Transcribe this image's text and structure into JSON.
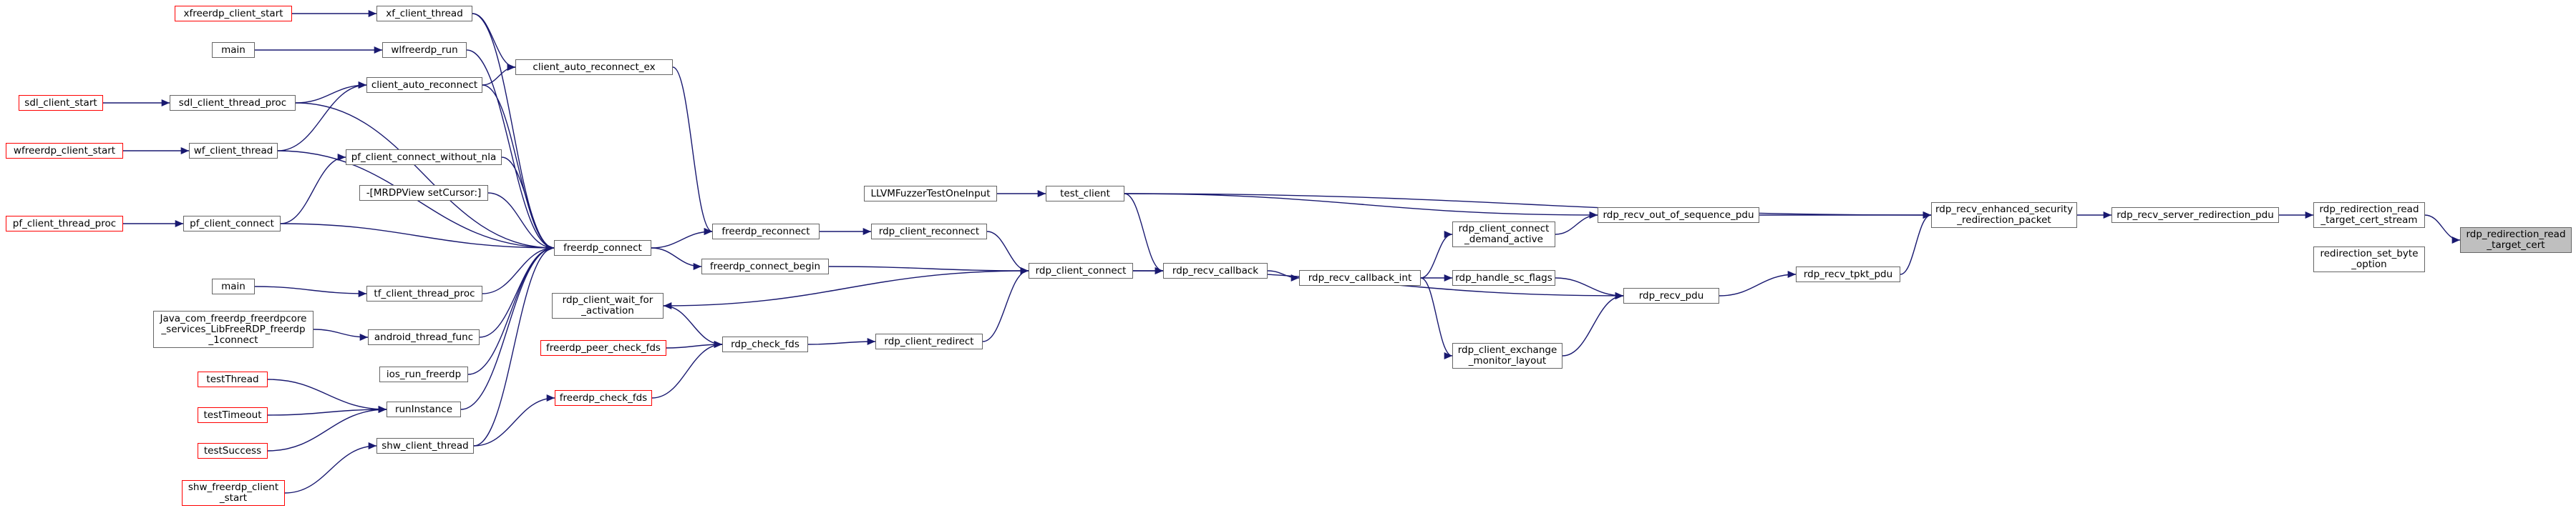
{
  "graph": {
    "edge_color": "#191970",
    "truncated_border_color": "#ff0000",
    "focus_fill": "#bfbfbf",
    "nodes": [
      {
        "id": "n_focus",
        "label": "rdp_redirection_read\n_target_cert",
        "role": "focus"
      },
      {
        "id": "n_stream",
        "label": "rdp_redirection_read\n_target_cert_stream",
        "role": "normal"
      },
      {
        "id": "n_setbyte",
        "label": "redirection_set_byte\n_option",
        "role": "normal"
      },
      {
        "id": "n_srvredir",
        "label": "rdp_recv_server_redirection_pdu",
        "role": "normal"
      },
      {
        "id": "n_enhsec",
        "label": "rdp_recv_enhanced_security\n_redirection_packet",
        "role": "normal"
      },
      {
        "id": "n_tpkt",
        "label": "rdp_recv_tpkt_pdu",
        "role": "normal"
      },
      {
        "id": "n_oos",
        "label": "rdp_recv_out_of_sequence_pdu",
        "role": "normal"
      },
      {
        "id": "n_recvpdu",
        "label": "rdp_recv_pdu",
        "role": "normal"
      },
      {
        "id": "n_demand",
        "label": "rdp_client_connect\n_demand_active",
        "role": "normal"
      },
      {
        "id": "n_scflags",
        "label": "rdp_handle_sc_flags",
        "role": "normal"
      },
      {
        "id": "n_monitor",
        "label": "rdp_client_exchange\n_monitor_layout",
        "role": "normal"
      },
      {
        "id": "n_cbint",
        "label": "rdp_recv_callback_int",
        "role": "normal"
      },
      {
        "id": "n_recvcb",
        "label": "rdp_recv_callback",
        "role": "normal"
      },
      {
        "id": "n_testclient",
        "label": "test_client",
        "role": "normal"
      },
      {
        "id": "n_llvm",
        "label": "LLVMFuzzerTestOneInput",
        "role": "normal"
      },
      {
        "id": "n_clientconnect",
        "label": "rdp_client_connect",
        "role": "normal"
      },
      {
        "id": "n_clientreconnect",
        "label": "rdp_client_reconnect",
        "role": "normal"
      },
      {
        "id": "n_clientredirect",
        "label": "rdp_client_redirect",
        "role": "normal"
      },
      {
        "id": "n_checkfds",
        "label": "rdp_check_fds",
        "role": "normal"
      },
      {
        "id": "n_waitact",
        "label": "rdp_client_wait_for\n_activation",
        "role": "normal"
      },
      {
        "id": "n_peerfds",
        "label": "freerdp_peer_check_fds",
        "role": "truncated"
      },
      {
        "id": "n_checkfds2",
        "label": "freerdp_check_fds",
        "role": "truncated"
      },
      {
        "id": "n_reconnect",
        "label": "freerdp_reconnect",
        "role": "normal"
      },
      {
        "id": "n_connbegin",
        "label": "freerdp_connect_begin",
        "role": "normal"
      },
      {
        "id": "n_connect",
        "label": "freerdp_connect",
        "role": "normal"
      },
      {
        "id": "n_arex",
        "label": "client_auto_reconnect_ex",
        "role": "normal"
      },
      {
        "id": "n_xfthread",
        "label": "xf_client_thread",
        "role": "normal"
      },
      {
        "id": "n_xfstart",
        "label": "xfreerdp_client_start",
        "role": "truncated"
      },
      {
        "id": "n_wlrun",
        "label": "wlfreerdp_run",
        "role": "normal"
      },
      {
        "id": "n_main1",
        "label": "main",
        "role": "normal"
      },
      {
        "id": "n_autorec",
        "label": "client_auto_reconnect",
        "role": "normal"
      },
      {
        "id": "n_sdlproc",
        "label": "sdl_client_thread_proc",
        "role": "normal"
      },
      {
        "id": "n_sdlstart",
        "label": "sdl_client_start",
        "role": "truncated"
      },
      {
        "id": "n_wfthread",
        "label": "wf_client_thread",
        "role": "normal"
      },
      {
        "id": "n_wfstart",
        "label": "wfreerdp_client_start",
        "role": "truncated"
      },
      {
        "id": "n_pfnla",
        "label": "pf_client_connect_without_nla",
        "role": "normal"
      },
      {
        "id": "n_mrdp",
        "label": "-[MRDPView setCursor:]",
        "role": "normal"
      },
      {
        "id": "n_pfconnect",
        "label": "pf_client_connect",
        "role": "normal"
      },
      {
        "id": "n_pfproc",
        "label": "pf_client_thread_proc",
        "role": "truncated"
      },
      {
        "id": "n_main2",
        "label": "main",
        "role": "normal"
      },
      {
        "id": "n_tfproc",
        "label": "tf_client_thread_proc",
        "role": "normal"
      },
      {
        "id": "n_java",
        "label": "Java_com_freerdp_freerdpcore\n_services_LibFreeRDP_freerdp\n_1connect",
        "role": "normal"
      },
      {
        "id": "n_android",
        "label": "android_thread_func",
        "role": "normal"
      },
      {
        "id": "n_ios",
        "label": "ios_run_freerdp",
        "role": "normal"
      },
      {
        "id": "n_testthread",
        "label": "testThread",
        "role": "truncated"
      },
      {
        "id": "n_runinstance",
        "label": "runInstance",
        "role": "normal"
      },
      {
        "id": "n_testtimeout",
        "label": "testTimeout",
        "role": "truncated"
      },
      {
        "id": "n_testsuccess",
        "label": "testSuccess",
        "role": "truncated"
      },
      {
        "id": "n_shwthread",
        "label": "shw_client_thread",
        "role": "normal"
      },
      {
        "id": "n_shwstart",
        "label": "shw_freerdp_client\n_start",
        "role": "truncated"
      }
    ],
    "edges": [
      [
        "n_stream",
        "n_focus"
      ],
      [
        "n_srvredir",
        "n_stream"
      ],
      [
        "n_enhsec",
        "n_srvredir"
      ],
      [
        "n_tpkt",
        "n_enhsec"
      ],
      [
        "n_oos",
        "n_enhsec"
      ],
      [
        "n_testclient",
        "n_enhsec"
      ],
      [
        "n_recvpdu",
        "n_tpkt"
      ],
      [
        "n_demand",
        "n_oos"
      ],
      [
        "n_testclient",
        "n_oos"
      ],
      [
        "n_scflags",
        "n_recvpdu"
      ],
      [
        "n_monitor",
        "n_recvpdu"
      ],
      [
        "n_clientconnect",
        "n_recvpdu"
      ],
      [
        "n_cbint",
        "n_demand"
      ],
      [
        "n_cbint",
        "n_scflags"
      ],
      [
        "n_cbint",
        "n_monitor"
      ],
      [
        "n_recvcb",
        "n_cbint"
      ],
      [
        "n_testclient",
        "n_recvcb"
      ],
      [
        "n_clientconnect",
        "n_recvcb"
      ],
      [
        "n_llvm",
        "n_testclient"
      ],
      [
        "n_clientreconnect",
        "n_clientconnect"
      ],
      [
        "n_clientredirect",
        "n_clientconnect"
      ],
      [
        "n_connbegin",
        "n_clientconnect"
      ],
      [
        "n_clientconnect",
        "n_waitact"
      ],
      [
        "n_reconnect",
        "n_clientreconnect"
      ],
      [
        "n_checkfds",
        "n_clientredirect"
      ],
      [
        "n_waitact",
        "n_checkfds"
      ],
      [
        "n_peerfds",
        "n_checkfds"
      ],
      [
        "n_checkfds2",
        "n_checkfds"
      ],
      [
        "n_connect",
        "n_reconnect"
      ],
      [
        "n_connect",
        "n_connbegin"
      ],
      [
        "n_arex",
        "n_reconnect"
      ],
      [
        "n_xfthread",
        "n_arex"
      ],
      [
        "n_autorec",
        "n_arex"
      ],
      [
        "n_xfthread",
        "n_connect"
      ],
      [
        "n_wlrun",
        "n_connect"
      ],
      [
        "n_autorec",
        "n_connect"
      ],
      [
        "n_sdlproc",
        "n_connect"
      ],
      [
        "n_wfthread",
        "n_connect"
      ],
      [
        "n_pfnla",
        "n_connect"
      ],
      [
        "n_mrdp",
        "n_connect"
      ],
      [
        "n_pfconnect",
        "n_connect"
      ],
      [
        "n_tfproc",
        "n_connect"
      ],
      [
        "n_android",
        "n_connect"
      ],
      [
        "n_ios",
        "n_connect"
      ],
      [
        "n_runinstance",
        "n_connect"
      ],
      [
        "n_shwthread",
        "n_connect"
      ],
      [
        "n_shwthread",
        "n_checkfds2"
      ],
      [
        "n_xfstart",
        "n_xfthread"
      ],
      [
        "n_main1",
        "n_wlrun"
      ],
      [
        "n_sdlproc",
        "n_autorec"
      ],
      [
        "n_wfthread",
        "n_autorec"
      ],
      [
        "n_sdlstart",
        "n_sdlproc"
      ],
      [
        "n_wfstart",
        "n_wfthread"
      ],
      [
        "n_pfconnect",
        "n_pfnla"
      ],
      [
        "n_pfproc",
        "n_pfconnect"
      ],
      [
        "n_main2",
        "n_tfproc"
      ],
      [
        "n_java",
        "n_android"
      ],
      [
        "n_testthread",
        "n_runinstance"
      ],
      [
        "n_testtimeout",
        "n_runinstance"
      ],
      [
        "n_testsuccess",
        "n_runinstance"
      ],
      [
        "n_shwstart",
        "n_shwthread"
      ]
    ]
  }
}
